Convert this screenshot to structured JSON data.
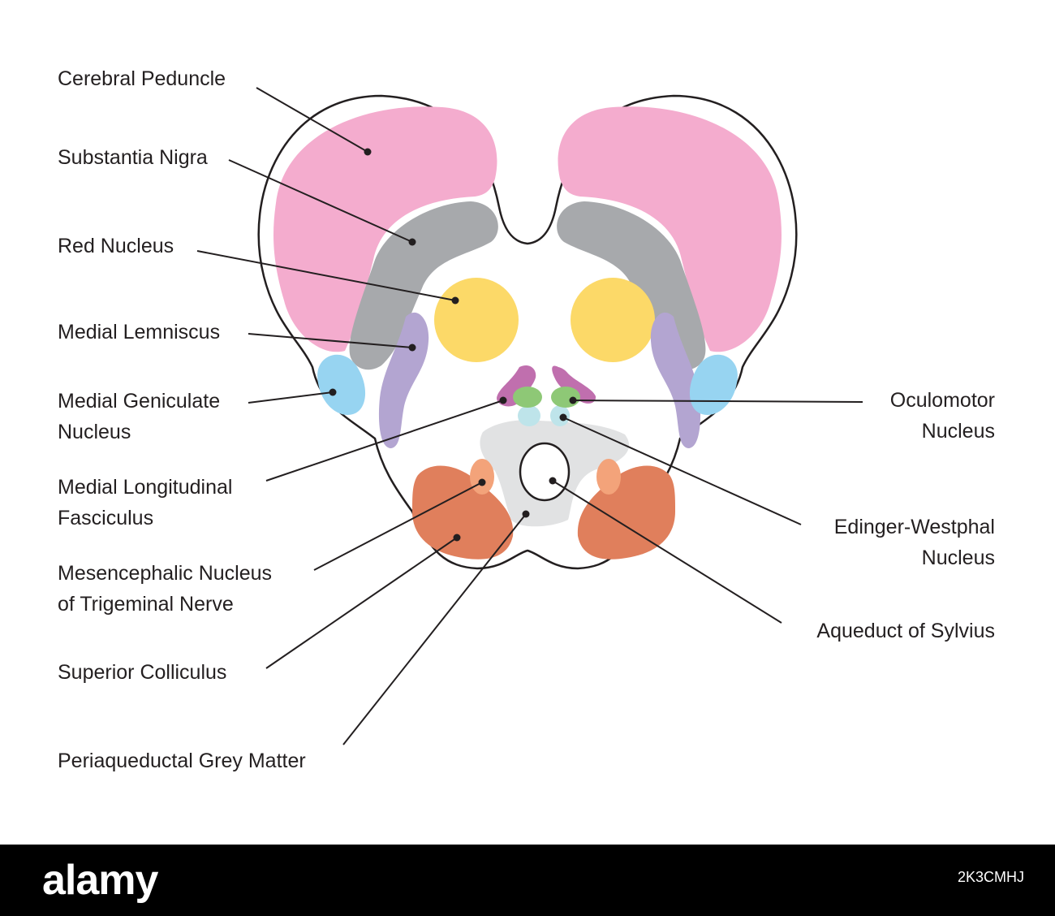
{
  "labels": {
    "cerebral_peduncle": "Cerebral Peduncle",
    "substantia_nigra": "Substantia Nigra",
    "red_nucleus": "Red Nucleus",
    "medial_lemniscus": "Medial Lemniscus",
    "medial_geniculate": [
      "Medial Geniculate",
      "Nucleus"
    ],
    "mlf": [
      "Medial Longitudinal",
      "Fasciculus"
    ],
    "mesencephalic": [
      "Mesencephalic Nucleus",
      "of Trigeminal Nerve"
    ],
    "superior_colliculus": "Superior Colliculus",
    "periaqueductal": "Periaqueductal Grey Matter",
    "oculomotor": [
      "Oculomotor",
      "Nucleus"
    ],
    "edinger_westphal": [
      "Edinger-Westphal",
      "Nucleus"
    ],
    "aqueduct": "Aqueduct of Sylvius"
  },
  "colors": {
    "outline": "#231f20",
    "cerebral_peduncle": "#f4acce",
    "substantia_nigra": "#a7a9ac",
    "red_nucleus": "#fcd968",
    "medial_lemniscus": "#b3a5d1",
    "medial_geniculate": "#97d4f1",
    "oculomotor_nucleus": "#8ec876",
    "edinger_westphal": "#bee4ea",
    "mlf": "#c06fae",
    "periaqueductal": "#e1e2e3",
    "superior_colliculus": "#e07f5c",
    "mesencephalic": "#f3a37a"
  },
  "footer": {
    "brand": "alamy",
    "image_id": "2K3CMHJ"
  }
}
